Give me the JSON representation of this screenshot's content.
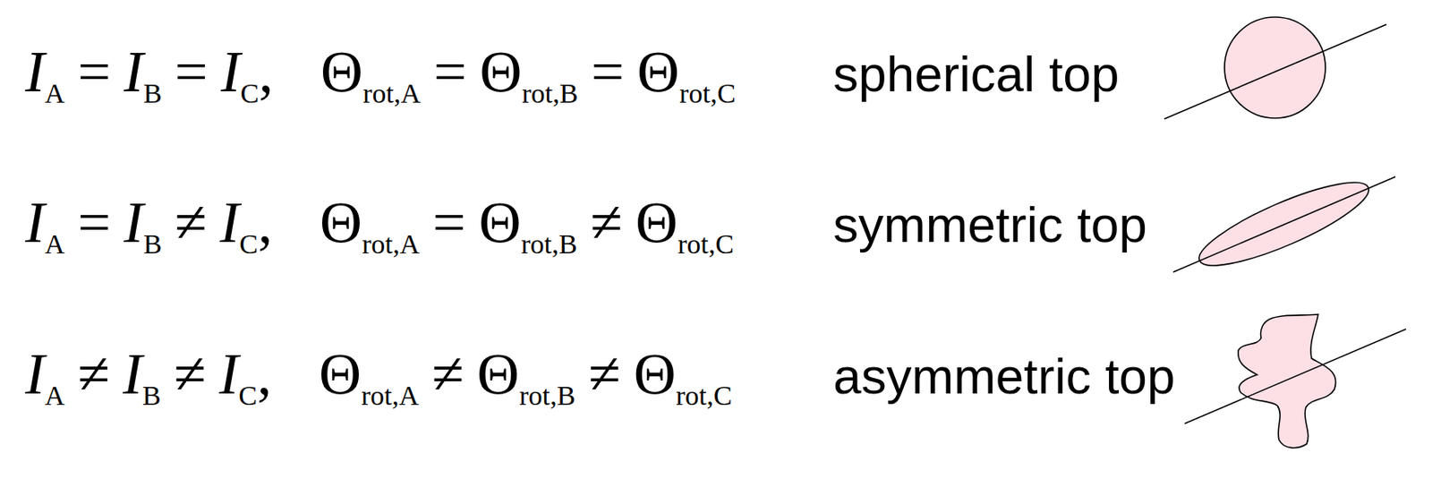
{
  "diagram": {
    "labels": [
      "I",
      "A",
      "=",
      "I",
      "B",
      "=",
      "I",
      "C",
      ",",
      "Θ",
      "rot,A",
      "=",
      "Θ",
      "rot,B",
      "=",
      "Θ",
      "rot,C",
      "spherical top",
      "I",
      "A",
      "=",
      "I",
      "B",
      "≠",
      "I",
      "C",
      ",",
      "Θ",
      "rot,A",
      "=",
      "Θ",
      "rot,B",
      "≠",
      "Θ",
      "rot,C",
      "symmetric top",
      "I",
      "A",
      "≠",
      "I",
      "B",
      "≠",
      "I",
      "C",
      ",",
      "Θ",
      "rot,A",
      "≠",
      "Θ",
      "rot,B",
      "≠",
      "Θ",
      "rot,C",
      "asymmetric top"
    ]
  }
}
